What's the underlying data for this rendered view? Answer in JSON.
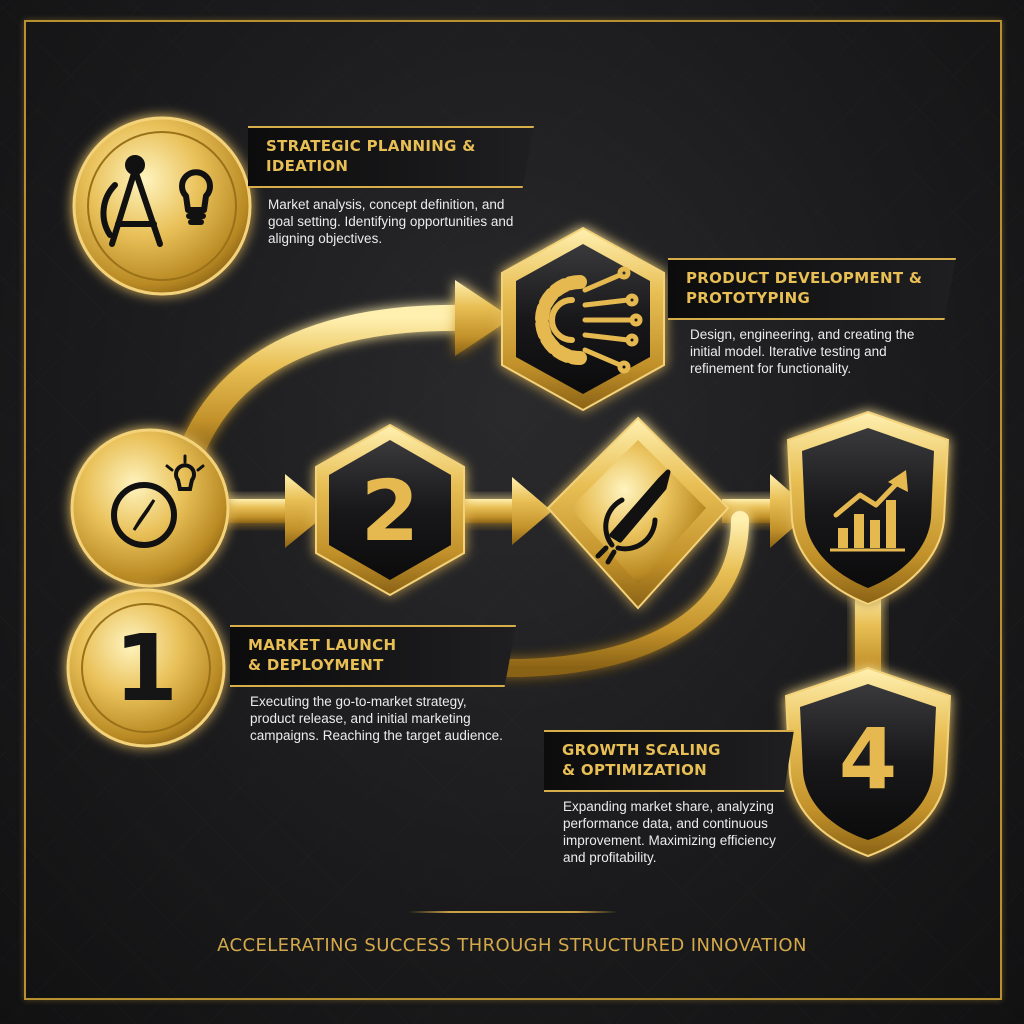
{
  "stages": [
    {
      "title": "STRATEGIC PLANNING & IDEATION",
      "description": "Market analysis, concept definition, and goal setting. Identifying opportunities and aligning objectives.",
      "icon": "compass-lightbulb-icon"
    },
    {
      "title": "PRODUCT DEVELOPMENT & PROTOTYPING",
      "description": "Design, engineering, and creating the initial model. Iterative testing and refinement for functionality.",
      "icon": "gear-circuit-icon"
    },
    {
      "title": "MARKET LAUNCH & DEPLOYMENT",
      "description": "Executing the go-to-market strategy, product release, and initial marketing campaigns. Reaching the target audience.",
      "icon": "rocket-icon"
    },
    {
      "title": "GROWTH SCALING & OPTIMIZATION",
      "description": "Expanding market share, analyzing performance data, and continuous improvement. Maximizing efficiency and profitability.",
      "icon": "growth-chart-icon"
    }
  ],
  "numbers": {
    "one": "1",
    "two": "2",
    "four": "4"
  },
  "footer": "ACCELERATING SUCCESS THROUGH STRUCTURED INNOVATION",
  "colors": {
    "gold": "#e8bf55",
    "dark_gold": "#a67c1e",
    "background": "#1b1b1d"
  }
}
